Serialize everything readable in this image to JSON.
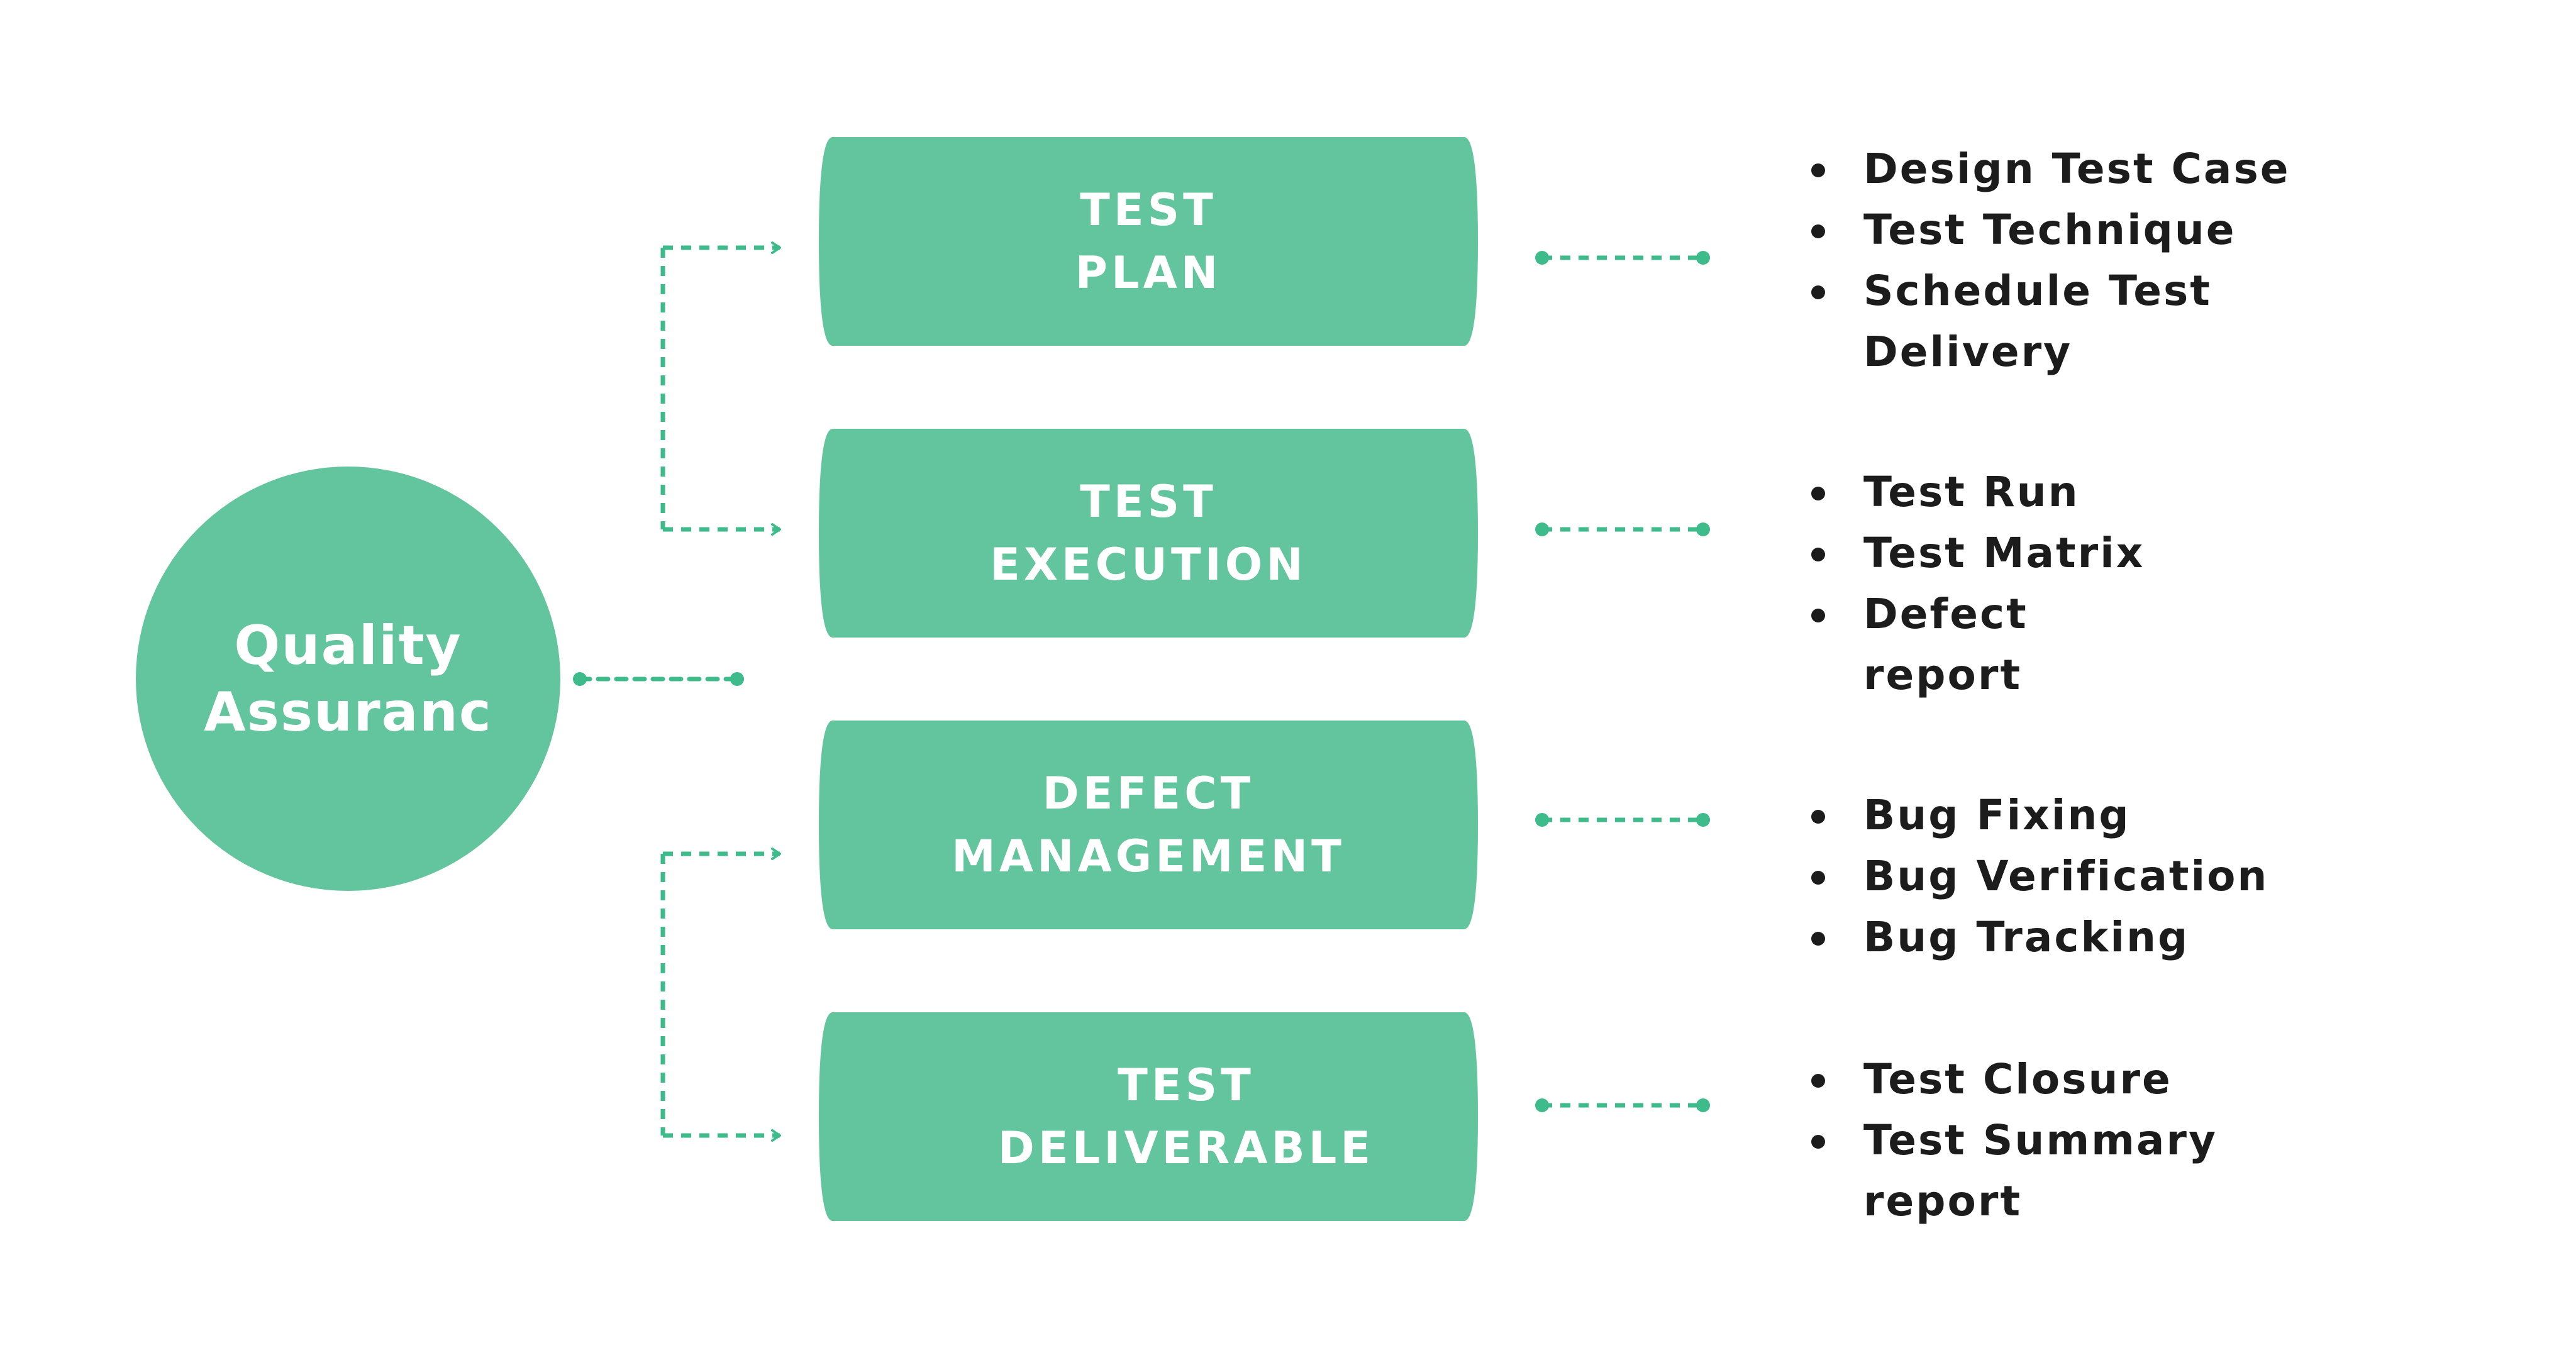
{
  "colors": {
    "accent": "#63c59d",
    "connector": "#3dbb8a",
    "text_dark": "#1c1c1c",
    "text_light": "#ffffff"
  },
  "hub": {
    "label": "Quality\nAssuranc"
  },
  "stages": [
    {
      "label": "TEST\nPLAN",
      "items": [
        "Design Test Case",
        "Test Technique",
        "Schedule Test\nDelivery"
      ]
    },
    {
      "label": "TEST\nEXECUTION",
      "items": [
        "Test Run",
        "Test Matrix",
        "Defect\nreport"
      ]
    },
    {
      "label": "DEFECT\nMANAGEMENT",
      "items": [
        "Bug Fixing",
        "Bug Verification",
        "Bug Tracking"
      ]
    },
    {
      "label": "TEST\nDELIVERABLE",
      "items": [
        "Test Closure",
        "Test Summary\nreport"
      ]
    }
  ]
}
